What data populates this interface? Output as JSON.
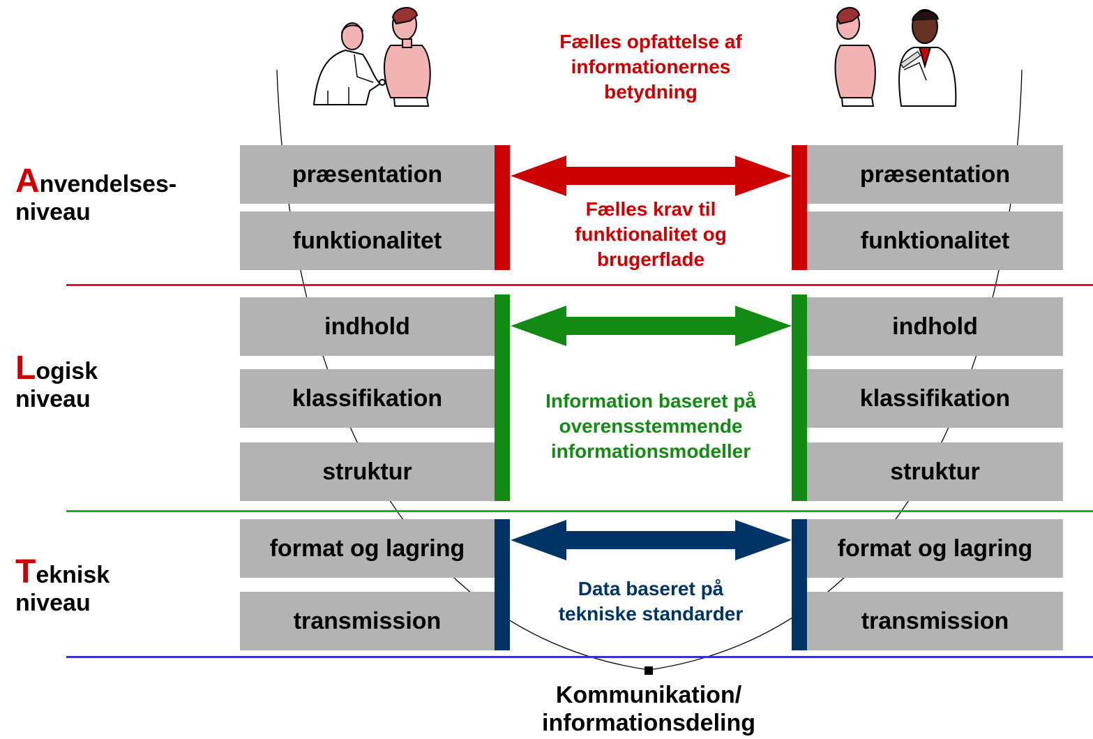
{
  "colors": {
    "application": "#cc0000",
    "logical": "#138a13",
    "technical": "#003366",
    "box": "#b3b3b3",
    "sep_red": "#e0103a",
    "sep_green": "#22aa22",
    "sep_blue": "#3333cc"
  },
  "levels": {
    "application": {
      "initial": "A",
      "line1": "nvendelses-",
      "line2": "niveau"
    },
    "logical": {
      "initial": "L",
      "line1": "ogisk",
      "line2": "niveau"
    },
    "technical": {
      "initial": "T",
      "line1": "eknisk",
      "line2": "niveau"
    }
  },
  "left_stack": {
    "presentation": "præsentation",
    "functionality": "funktionalitet",
    "content": "indhold",
    "classification": "klassifikation",
    "structure": "struktur",
    "format": "format og lagring",
    "transmission": "transmission"
  },
  "right_stack": {
    "presentation": "præsentation",
    "functionality": "funktionalitet",
    "content": "indhold",
    "classification": "klassifikation",
    "structure": "struktur",
    "format": "format og lagring",
    "transmission": "transmission"
  },
  "notes": {
    "top": {
      "l1": "Fælles opfattelse af",
      "l2": "informationernes",
      "l3": "betydning"
    },
    "application": {
      "l1": "Fælles krav til",
      "l2": "funktionalitet og",
      "l3": "brugerflade"
    },
    "logical": {
      "l1": "Information baseret på",
      "l2": "overensstemmende",
      "l3": "informationsmodeller"
    },
    "technical": {
      "l1": "Data baseret på",
      "l2": "tekniske standarder"
    }
  },
  "footer": {
    "l1": "Kommunikation/",
    "l2": "informationsdeling"
  },
  "icons": {
    "left": "doctor-stethoscope-patient-illustration",
    "right": "doctor-syringe-patient-illustration"
  }
}
